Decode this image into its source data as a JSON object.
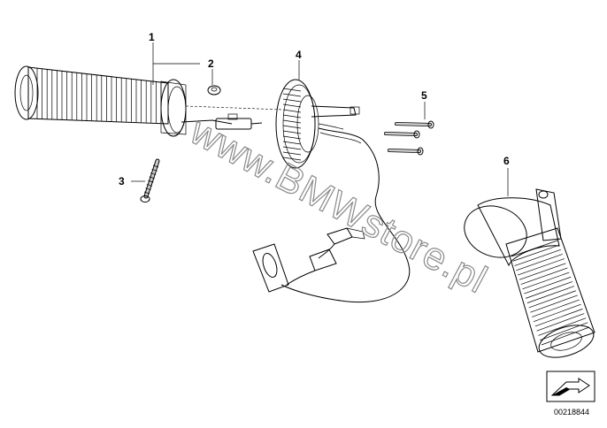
{
  "callouts": [
    {
      "id": "1",
      "label": "1"
    },
    {
      "id": "2",
      "label": "2"
    },
    {
      "id": "3",
      "label": "3"
    },
    {
      "id": "4",
      "label": "4"
    },
    {
      "id": "5",
      "label": "5"
    },
    {
      "id": "6",
      "label": "6"
    }
  ],
  "watermark": "www.BMWstore.pl",
  "diagram_number": "00218844",
  "icons": {
    "corner": "arrow-in-box-icon",
    "parts": [
      "handlebar-grip-left-icon",
      "nut-icon",
      "screw-icon",
      "heating-control-unit-icon",
      "screws-icon",
      "handlebar-grip-right-icon",
      "connector-icon"
    ]
  },
  "colors": {
    "line": "#000000",
    "grip_fill": "#d6d6d6",
    "watermark": "#8a8a8a",
    "background": "#ffffff"
  }
}
